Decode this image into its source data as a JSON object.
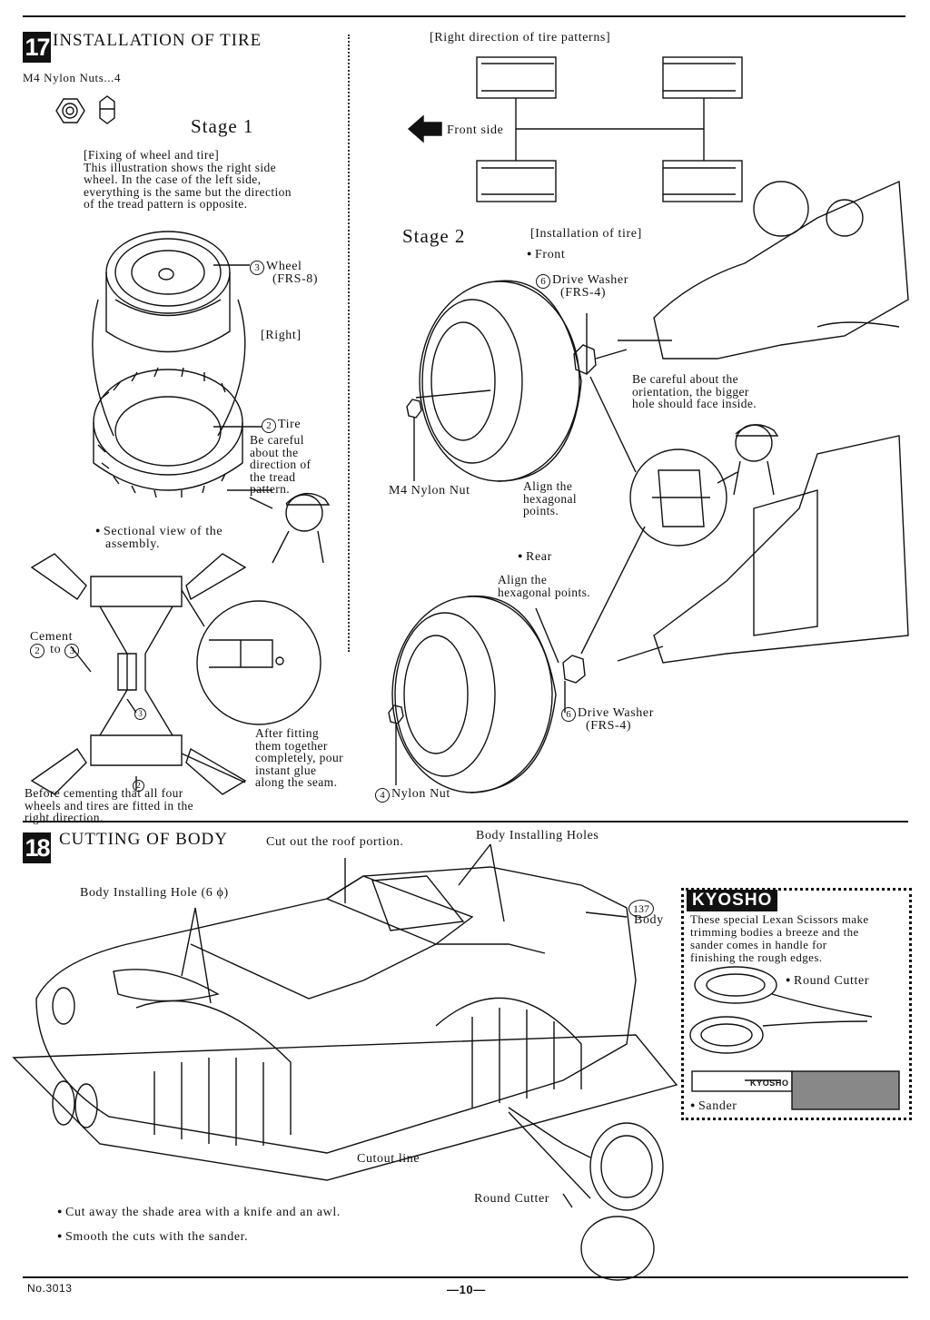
{
  "s17": {
    "num": "17",
    "title": "INSTALLATION OF TIRE",
    "parts": "M4 Nylon Nuts...4",
    "stage1": "Stage 1",
    "stage1_note": [
      "[Fixing of wheel and tire]",
      "This illustration shows the right side",
      "wheel. In the case of the left side,",
      "everything is the same but the direction",
      "of the tread pattern is opposite."
    ],
    "wheel_num": "3",
    "wheel": "Wheel",
    "wheel_code": "(FRS-8)",
    "right": "[Right]",
    "tire_num": "2",
    "tire": "Tire",
    "tire_note": [
      "Be careful",
      "about the",
      "direction of",
      "the tread",
      "pattern."
    ],
    "sectional": "Sectional view of the",
    "sectional2": "assembly.",
    "cement": "Cement",
    "cement_a": "2",
    "cement_to": "to",
    "cement_b": "3",
    "label3": "3",
    "label2": "2",
    "after": [
      "After fitting",
      "them together",
      "completely, pour",
      "instant glue",
      "along the seam."
    ],
    "before": [
      "Before cementing that all four",
      "wheels and tires are fitted in the",
      "right direction."
    ],
    "pattern_title": "[Right direction of tire patterns]",
    "front_side": "Front side",
    "stage2": "Stage 2",
    "install": "[Installation of tire]",
    "front": "Front",
    "drive_num": "6",
    "drive": "Drive Washer",
    "drive_code": "(FRS-4)",
    "careful": [
      "Be careful about the",
      "orientation, the bigger",
      "hole should face inside."
    ],
    "m4": "M4 Nylon Nut",
    "align": [
      "Align the",
      "hexagonal",
      "points."
    ],
    "rear": "Rear",
    "align2": [
      "Align the",
      "hexagonal points."
    ],
    "drive2_num": "6",
    "drive2": "Drive Washer",
    "drive2_code": "(FRS-4)",
    "nylon_num": "4",
    "nylon": "Nylon Nut"
  },
  "s18": {
    "num": "18",
    "title": "CUTTING OF BODY",
    "cut_roof": "Cut out the roof portion.",
    "holes": "Body Installing Holes",
    "hole6": "Body Installing Hole (6 ϕ)",
    "body_num": "137",
    "body": "Body",
    "cutout": "Cutout line",
    "round_cutter": "Round Cutter",
    "bullet1": "Cut away the shade area with a knife and an awl.",
    "bullet2": "Smooth the cuts with the sander."
  },
  "kyosho": {
    "logo": "KYOSHO",
    "text": [
      "These special Lexan Scissors make",
      "trimming bodies a breeze and the",
      "sander comes in handle for",
      "finishing the rough edges."
    ],
    "round": "Round Cutter",
    "sander": "Sander",
    "sander_label": "KYOSHO"
  },
  "footer": {
    "model": "No.3013",
    "page": "—10—"
  }
}
